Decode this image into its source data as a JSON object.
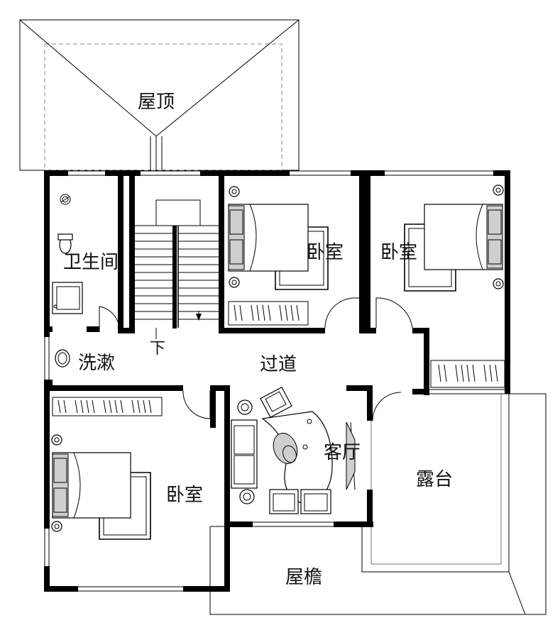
{
  "plan": {
    "labels": {
      "roof": "屋顶",
      "bathroom": "卫生间",
      "washroom": "洗漱",
      "bedroom_top_mid": "卧室",
      "bedroom_top_right": "卧室",
      "corridor": "过道",
      "stairs_down": "下",
      "living_room": "客厅",
      "terrace": "露台",
      "bedroom_bottom_left": "卧室",
      "eaves": "屋檐"
    }
  }
}
